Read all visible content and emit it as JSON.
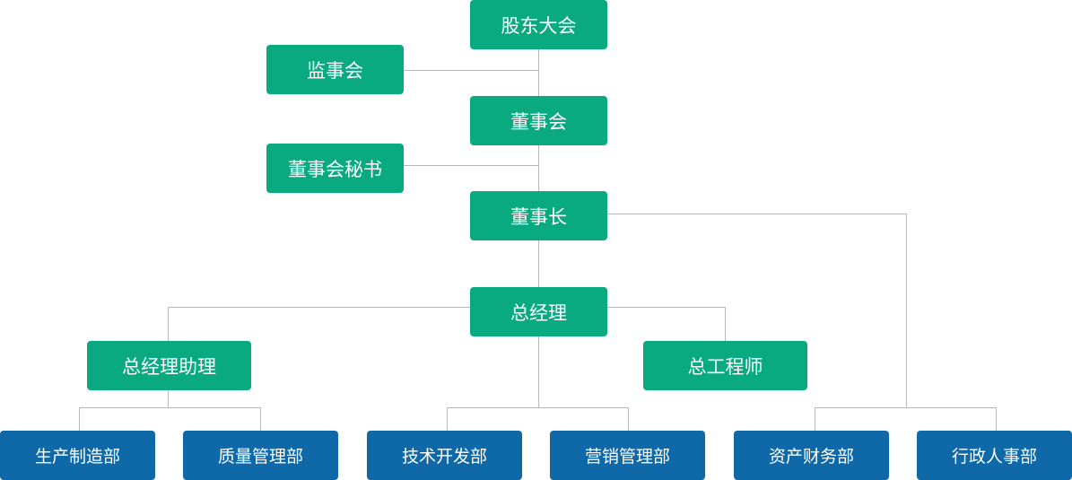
{
  "org_chart": {
    "shareholders_meeting": "股东大会",
    "supervisory_board": "监事会",
    "board_of_directors": "董事会",
    "board_secretary": "董事会秘书",
    "chairman": "董事长",
    "general_manager": "总经理",
    "gm_assistant": "总经理助理",
    "chief_engineer": "总工程师",
    "departments": {
      "production": "生产制造部",
      "quality": "质量管理部",
      "tech_dev": "技术开发部",
      "marketing": "营销管理部",
      "finance": "资产财务部",
      "admin_hr": "行政人事部"
    }
  },
  "colors": {
    "executive_box": "#0aaa80",
    "department_box": "#0f68a8",
    "connector": "#b7b7b7",
    "text": "#ffffff"
  }
}
